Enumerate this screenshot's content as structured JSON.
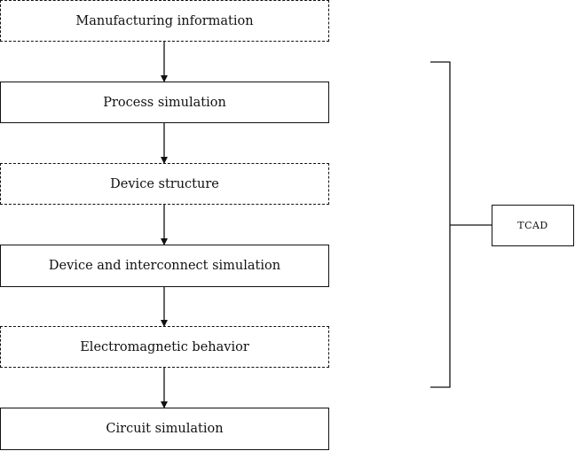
{
  "diagram": {
    "steps": [
      {
        "label": "Manufacturing information",
        "style": "dashed"
      },
      {
        "label": "Process simulation",
        "style": "solid"
      },
      {
        "label": "Device structure",
        "style": "dashed"
      },
      {
        "label": "Device and interconnect simulation",
        "style": "solid"
      },
      {
        "label": "Electromagnetic behavior",
        "style": "dashed"
      },
      {
        "label": "Circuit simulation",
        "style": "solid"
      }
    ],
    "bracket_label": "TCAD",
    "colors": {
      "line": "#111111",
      "background": "#ffffff"
    }
  }
}
